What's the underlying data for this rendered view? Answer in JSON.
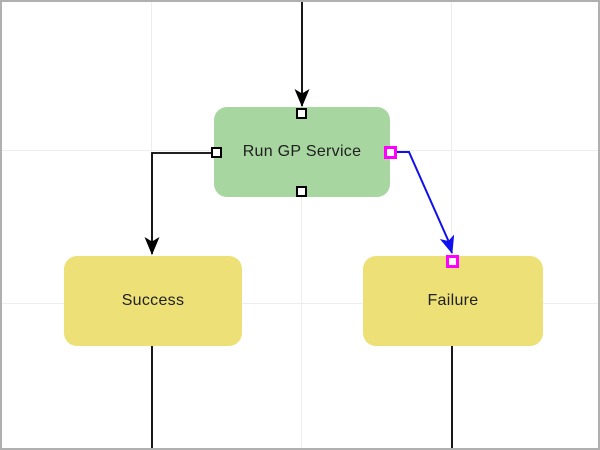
{
  "canvas": {
    "background": "#ffffff",
    "border_color": "#b0b0b0",
    "grid_color": "#ededed"
  },
  "nodes": [
    {
      "id": "run-gp-service",
      "label": "Run GP Service",
      "fill": "#a7d6a0",
      "text_color": "#202020"
    },
    {
      "id": "success",
      "label": "Success",
      "fill": "#ede077",
      "text_color": "#202020"
    },
    {
      "id": "failure",
      "label": "Failure",
      "fill": "#ede077",
      "text_color": "#202020"
    }
  ],
  "links": [
    {
      "id": "incoming-top",
      "from": "offscreen-top",
      "to": "run-gp-service",
      "color": "#000000",
      "selected": false
    },
    {
      "id": "to-success",
      "from": "run-gp-service",
      "to": "success",
      "color": "#000000",
      "selected": false
    },
    {
      "id": "to-failure",
      "from": "run-gp-service",
      "to": "failure",
      "color": "#1010ee",
      "selected": true
    },
    {
      "id": "success-out",
      "from": "success",
      "to": "offscreen-bottom",
      "color": "#000000",
      "selected": false
    },
    {
      "id": "failure-out",
      "from": "failure",
      "to": "offscreen-bottom",
      "color": "#000000",
      "selected": false
    }
  ],
  "ports": {
    "fill": "#ffffff",
    "border_color": "#000000"
  },
  "selection": {
    "handle_color": "#ff00ff",
    "handle_fill": "#ffffff",
    "selected_link_color": "#1010ee"
  }
}
